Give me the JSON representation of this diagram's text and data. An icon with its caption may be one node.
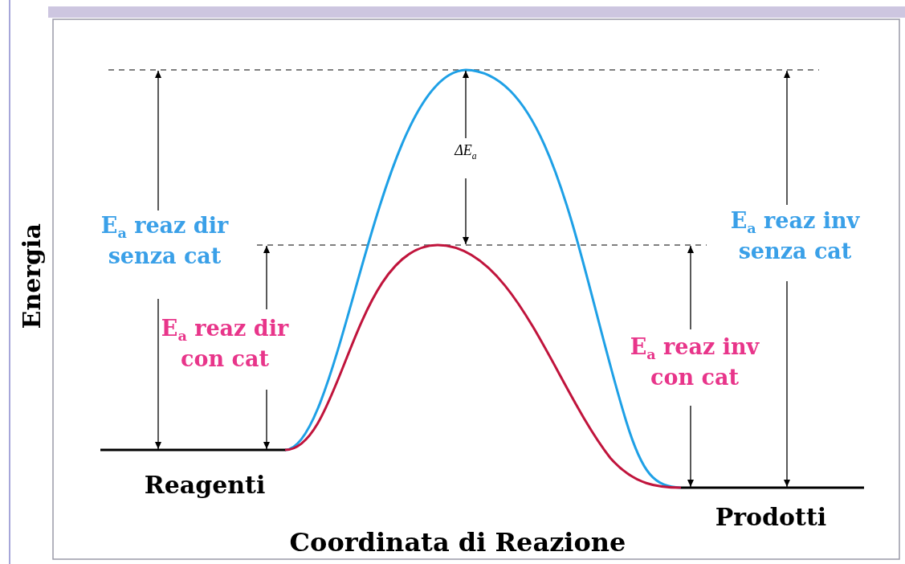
{
  "diagram": {
    "labels": [
      "ΔE$_{a}$",
      "E$_{a}$ reaz dir senza cat",
      "E$_{a}$ reaz inv senza cat",
      "E$_{a}$ reaz dir con cat",
      "E$_{a}$ reaz inv con cat",
      "Reagenti",
      "Prodotti",
      "Energia",
      "Coordinata di Reazione"
    ]
  }
}
